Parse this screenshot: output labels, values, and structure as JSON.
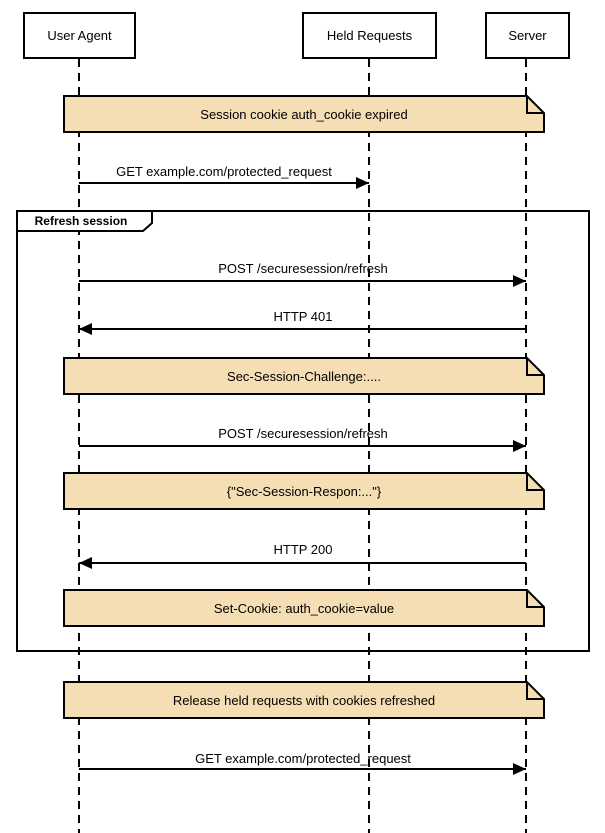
{
  "frame": {
    "label": "Refresh session"
  },
  "actors": [
    {
      "label": "User Agent"
    },
    {
      "label": "Held Requests"
    },
    {
      "label": "Server"
    }
  ],
  "notes": [
    {
      "text": "Session cookie auth_cookie expired"
    },
    {
      "text": "Sec-Session-Challenge:...."
    },
    {
      "text": "{\"Sec-Session-Respon:...\"}"
    },
    {
      "text": "Set-Cookie: auth_cookie=value"
    },
    {
      "text": "Release held requests with cookies refreshed"
    }
  ],
  "messages": [
    {
      "text": "GET example.com/protected_request",
      "from": "User Agent",
      "to": "Held Requests"
    },
    {
      "text": "POST /securesession/refresh",
      "from": "User Agent",
      "to": "Server"
    },
    {
      "text": "HTTP 401",
      "from": "Server",
      "to": "User Agent"
    },
    {
      "text": "POST /securesession/refresh",
      "from": "User Agent",
      "to": "Server"
    },
    {
      "text": "HTTP 200",
      "from": "Server",
      "to": "User Agent"
    },
    {
      "text": "GET example.com/protected_request",
      "from": "User Agent",
      "to": "Server"
    }
  ],
  "colors": {
    "note_fill": "#F5DEB3",
    "stroke": "#000000",
    "background": "#FFFFFF"
  }
}
